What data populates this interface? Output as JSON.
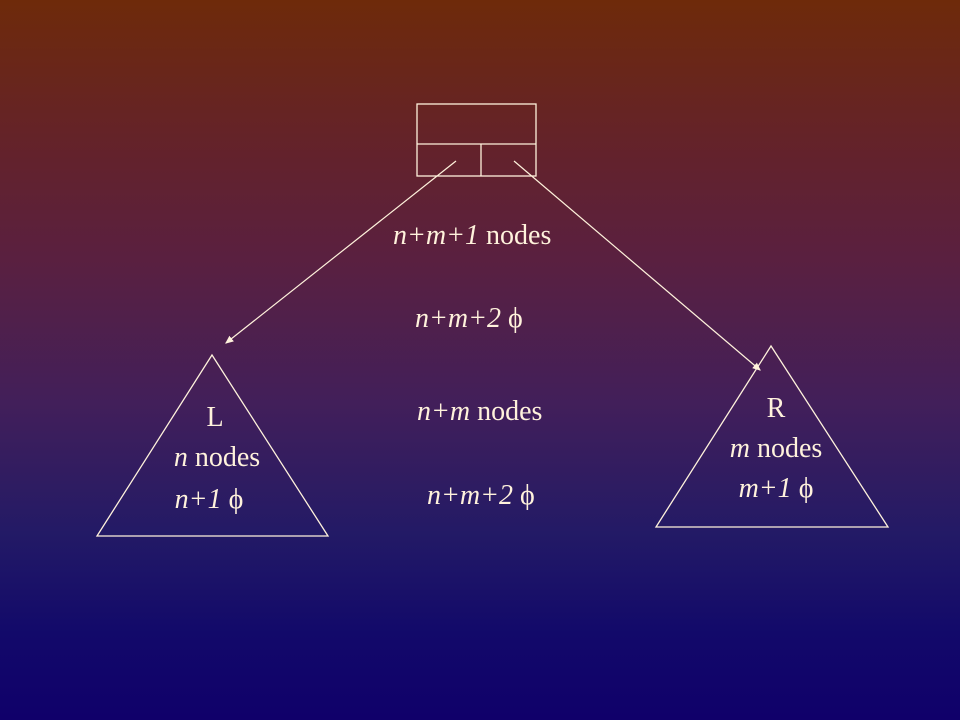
{
  "root": {
    "label_total_nodes_expr": "n+m+1",
    "label_total_nodes_word": "nodes",
    "label_total_phi_expr": "n+m+2",
    "phi_symbol": "ϕ"
  },
  "middle": {
    "label_nodes_expr": "n+m",
    "label_nodes_word": "nodes",
    "label_phi_expr": "n+m+2"
  },
  "left_tree": {
    "name": "L",
    "nodes_expr": "n",
    "nodes_word": "nodes",
    "phi_expr": "n+1"
  },
  "right_tree": {
    "name": "R",
    "nodes_expr": "m",
    "nodes_word": "nodes",
    "phi_expr": "m+1"
  },
  "colors": {
    "stroke": "#fff2dc",
    "text": "#fff2dc"
  }
}
